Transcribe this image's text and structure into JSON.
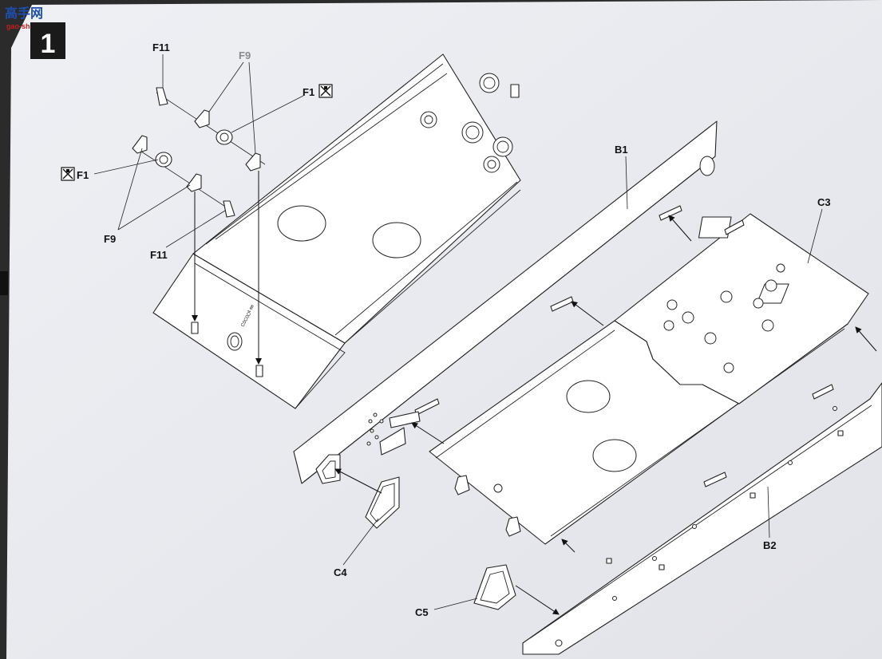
{
  "step": {
    "number": "1"
  },
  "watermark": {
    "text": "高手网",
    "sub": "gao-shou.com"
  },
  "labels": {
    "f11_top": "F11",
    "f9_top": "F9",
    "f1_right": "F1",
    "f1_left": "F1",
    "f9_left": "F9",
    "f11_left": "F11",
    "b1": "B1",
    "c3": "C3",
    "b2": "B2",
    "c4": "C4",
    "c5": "C5"
  },
  "hull_marking": {
    "line1": "4 ㎜",
    "line2": "C0C0C"
  },
  "icons": [
    "cement-icon",
    "cement-icon"
  ],
  "colors": {
    "paper": "#e8e9ee",
    "ink": "#222222",
    "step_box": "#1a1a1a"
  }
}
